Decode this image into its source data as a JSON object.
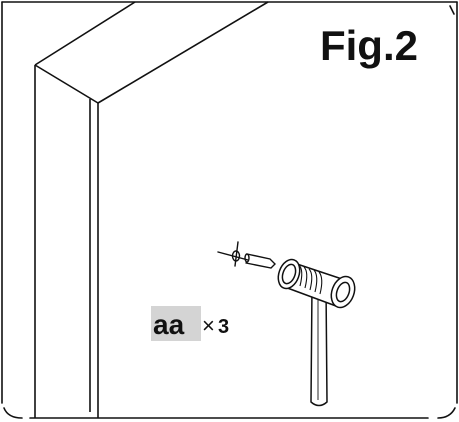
{
  "figure": {
    "title": "Fig.2"
  },
  "callout": {
    "part_code": "aa",
    "times_symbol": "×",
    "quantity": "3"
  },
  "colors": {
    "line": "#111111",
    "highlight": "#d4d4d4",
    "background": "#ffffff"
  },
  "icons": {
    "tool": "hammer-icon",
    "fastener": "nail-icon"
  }
}
